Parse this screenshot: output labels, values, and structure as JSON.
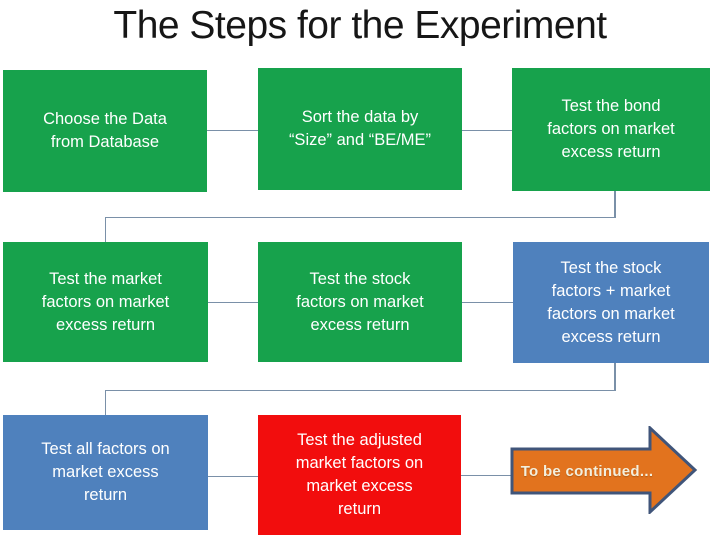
{
  "slide": {
    "title": "The Steps for the Experiment",
    "flowchart": {
      "boxes": [
        {
          "id": "choose-data",
          "label": "Choose the Data\nfrom Database",
          "color": "green"
        },
        {
          "id": "sort-data",
          "label": "Sort the data by\n“Size” and “BE/ME”",
          "color": "green"
        },
        {
          "id": "test-bond-factors",
          "label": "Test the bond\nfactors on market\nexcess return",
          "color": "green"
        },
        {
          "id": "test-market-factors",
          "label": "Test the market\nfactors  on market\nexcess return",
          "color": "green"
        },
        {
          "id": "test-stock-factors",
          "label": "Test the stock\nfactors on market\nexcess return",
          "color": "green"
        },
        {
          "id": "test-stock-plus-market",
          "label": "Test the stock\nfactors + market\nfactors  on market\nexcess return",
          "color": "blue"
        },
        {
          "id": "test-all-factors",
          "label": "Test all factors on\nmarket excess\nreturn",
          "color": "blue"
        },
        {
          "id": "test-adjusted-factors",
          "label": "Test the adjusted\nmarket factors on\nmarket excess\nreturn",
          "color": "red"
        }
      ],
      "connections": [
        {
          "from": "choose-data",
          "to": "sort-data"
        },
        {
          "from": "sort-data",
          "to": "test-bond-factors"
        },
        {
          "from": "test-bond-factors",
          "to": "test-market-factors"
        },
        {
          "from": "test-market-factors",
          "to": "test-stock-factors"
        },
        {
          "from": "test-stock-factors",
          "to": "test-stock-plus-market"
        },
        {
          "from": "test-stock-plus-market",
          "to": "test-all-factors"
        },
        {
          "from": "test-all-factors",
          "to": "test-adjusted-factors"
        },
        {
          "from": "test-adjusted-factors",
          "to": "to-be-continued-arrow"
        }
      ],
      "arrow": {
        "id": "to-be-continued-arrow",
        "label": "To be continued..."
      }
    },
    "colors": {
      "green": "#17a24c",
      "blue": "#4f81bd",
      "red": "#f20d0d",
      "orange": "#e2731e",
      "arrow_border": "#40557a",
      "connector": "#7a90a8",
      "box_text": "#ffffff",
      "title_text": "#161616",
      "arrow_text": "#f3efdd"
    }
  }
}
